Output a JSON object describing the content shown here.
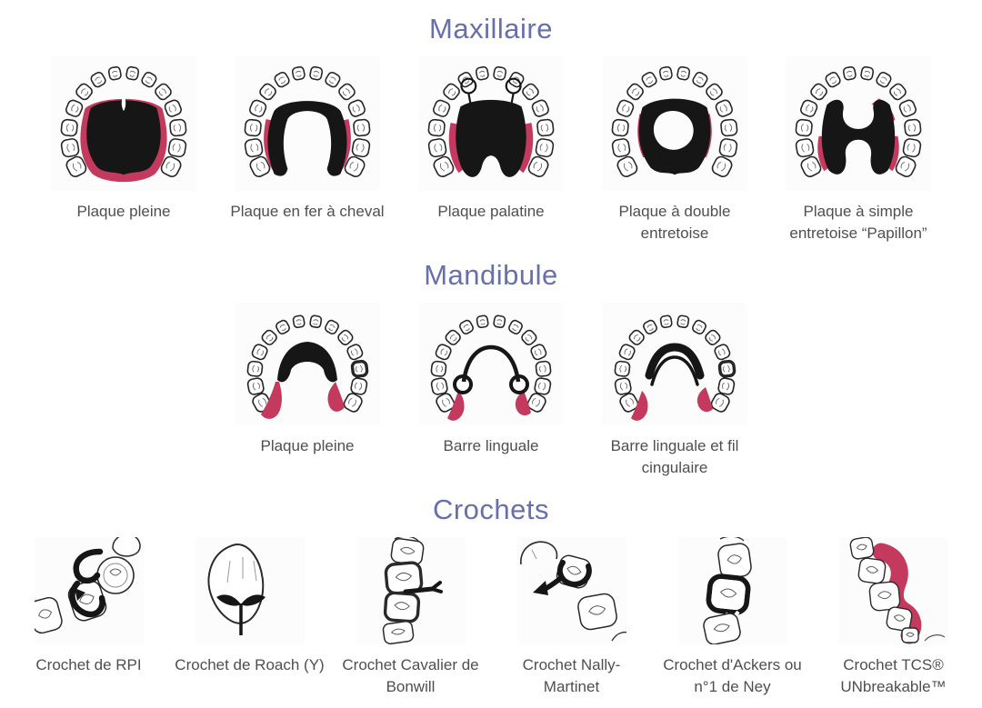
{
  "colors": {
    "title": "#6770ab",
    "label": "#4f4f4f",
    "plate_black": "#161616",
    "outline": "#2a2a2a",
    "accent_pink": "#c4395e",
    "background": "#ffffff"
  },
  "sections": [
    {
      "id": "maxillaire",
      "title": "Maxillaire",
      "figures": [
        {
          "icon": "maxillary-full-plate-illustration",
          "label": "Plaque pleine"
        },
        {
          "icon": "maxillary-horseshoe-plate-illustration",
          "label": "Plaque en fer à cheval"
        },
        {
          "icon": "maxillary-palatal-plate-illustration",
          "label": "Plaque palatine"
        },
        {
          "icon": "maxillary-double-strap-plate-illustration",
          "label": "Plaque à double entretoise"
        },
        {
          "icon": "maxillary-single-strap-butterfly-plate-illustration",
          "label": "Plaque à simple entretoise “Papillon”"
        }
      ]
    },
    {
      "id": "mandibule",
      "title": "Mandibule",
      "figures": [
        {
          "icon": "mandibular-full-plate-illustration",
          "label": "Plaque pleine"
        },
        {
          "icon": "mandibular-lingual-bar-illustration",
          "label": "Barre linguale"
        },
        {
          "icon": "mandibular-lingual-bar-cingulum-wire-illustration",
          "label": "Barre linguale et fil cingulaire"
        }
      ]
    },
    {
      "id": "crochets",
      "title": "Crochets",
      "figures": [
        {
          "icon": "rpi-clasp-illustration",
          "label": "Crochet de RPI"
        },
        {
          "icon": "roach-y-clasp-illustration",
          "label": "Crochet de Roach (Y)"
        },
        {
          "icon": "bonwill-saddle-clasp-illustration",
          "label": "Crochet Cavalier de Bonwill"
        },
        {
          "icon": "nally-martinet-clasp-illustration",
          "label": "Crochet Nally-Martinet"
        },
        {
          "icon": "ackers-ney1-clasp-illustration",
          "label": "Crochet d'Ackers ou n°1 de Ney"
        },
        {
          "icon": "tcs-unbreakable-clasp-illustration",
          "label": "Crochet TCS® UNbreakable™"
        }
      ]
    }
  ]
}
